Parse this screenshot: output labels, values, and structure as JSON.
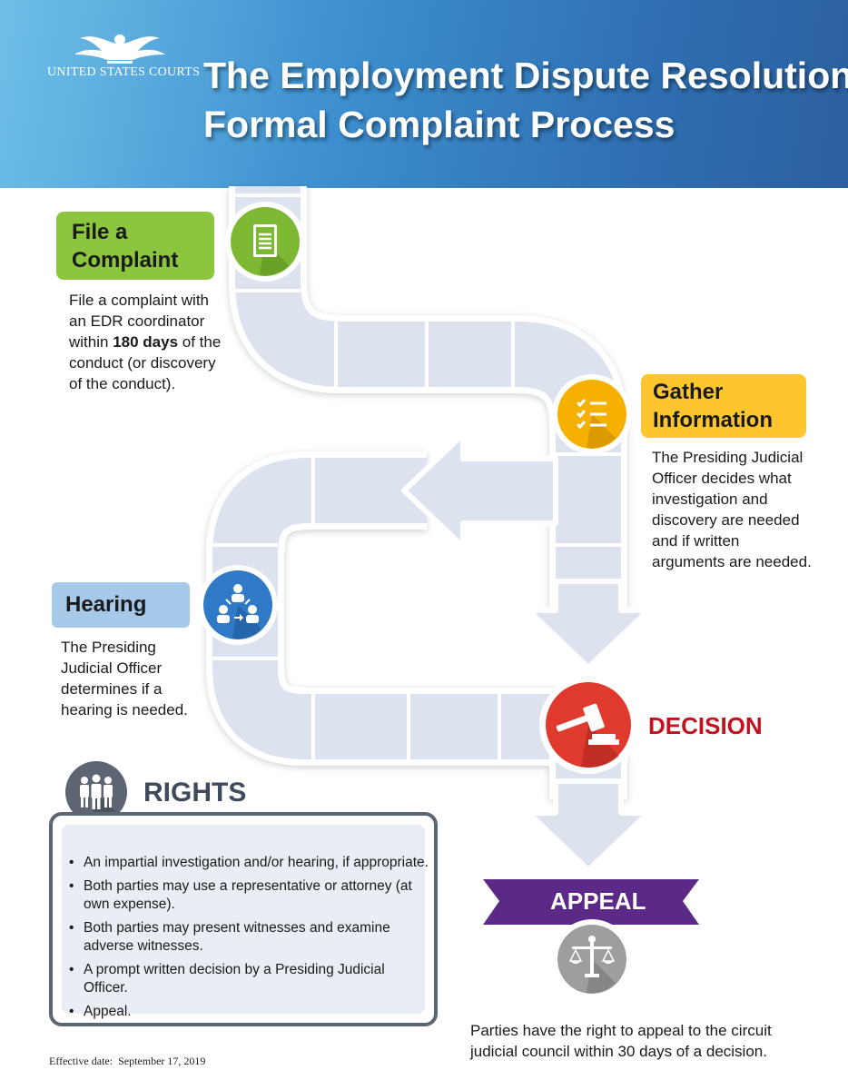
{
  "header": {
    "org": "UNITED STATES COURTS",
    "title_line1": "The Employment Dispute Resolution",
    "title_line2": "Formal Complaint Process"
  },
  "steps": {
    "file": {
      "title_line1": "File a",
      "title_line2": "Complaint",
      "desc_lines": [
        "File a complaint with",
        "an EDR coordinator"
      ],
      "desc_prefix": "within ",
      "desc_bold": "180 days",
      "desc_suffix": " of the",
      "desc_lines2": [
        "conduct (or discovery",
        "of the conduct)."
      ],
      "color": "#8cc63f",
      "icon": "document-icon"
    },
    "gather": {
      "title_line1": "Gather",
      "title_line2": "Information",
      "desc_lines": [
        "The Presiding Judicial",
        "Officer decides what",
        "investigation and",
        "discovery are needed",
        "and if written",
        "arguments are needed."
      ],
      "color": "#fec62e",
      "icon": "checklist-icon"
    },
    "hearing": {
      "title": "Hearing",
      "desc_lines": [
        "The Presiding",
        "Judicial Officer",
        "determines if a",
        "hearing is needed."
      ],
      "color": "#a6c9ea",
      "icon": "meeting-icon"
    },
    "decision": {
      "title": "DECISION",
      "color": "#c1121f",
      "icon": "gavel-icon"
    },
    "appeal": {
      "title": "APPEAL",
      "desc_lines": [
        "Parties have the right to appeal to the circuit",
        "judicial council within 30 days of a decision."
      ],
      "color": "#5b2a86",
      "icon": "scales-icon"
    }
  },
  "rights": {
    "title": "RIGHTS",
    "icon": "people-icon",
    "items": [
      [
        "An impartial investigation and/or hearing, if appropriate."
      ],
      [
        "Both parties may use a representative or attorney (at",
        "own expense)."
      ],
      [
        "Both parties may present witnesses and examine",
        "adverse witnesses."
      ],
      [
        "A prompt written decision by a Presiding Judicial Officer."
      ],
      [
        "Appeal."
      ]
    ]
  },
  "footer": "Effective date:  September 17, 2019"
}
